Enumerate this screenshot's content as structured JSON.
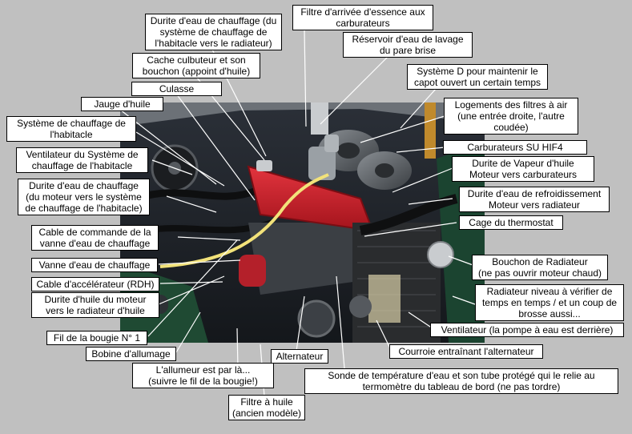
{
  "labels": {
    "heater_hose_cabin": [
      "Durite d'eau de chauffage (du",
      "système de chauffage de",
      "l'habitacle vers le radiateur)"
    ],
    "fuel_inlet_filter": [
      "Filtre d'arrivée d'essence aux",
      "carburateurs"
    ],
    "washer_reservoir": [
      "Réservoir d'eau de lavage",
      "du pare brise"
    ],
    "rocker_cover": [
      "Cache culbuteur et son",
      "bouchon (appoint d'huile)"
    ],
    "systeme_d": [
      "Système D pour maintenir le",
      "capot ouvert un certain temps"
    ],
    "culasse": [
      "Culasse"
    ],
    "jauge": [
      "Jauge  d'huile"
    ],
    "air_filters": [
      "Logements des filtres à air",
      "(une entrée droite, l'autre",
      "coudée)"
    ],
    "cabin_heating": [
      "Système de chauffage de",
      "l'habitacle"
    ],
    "carbs": [
      "Carburateurs SU  HIF4"
    ],
    "heater_fan": [
      "Ventilateur du Système de",
      "chauffage de l'habitacle"
    ],
    "oil_vapour": [
      "Durite de Vapeur d'huile",
      "Moteur vers carburateurs"
    ],
    "heater_hose_engine": [
      "Durite d'eau de chauffage",
      "(du moteur vers le système",
      "de chauffage de l'habitacle)"
    ],
    "cooling_hose": [
      "Durite d'eau de refroidissement",
      "Moteur vers radiateur"
    ],
    "thermostat": [
      "Cage du thermostat"
    ],
    "heater_valve_cable": [
      "Cable de commande de la",
      "vanne d'eau de chauffage"
    ],
    "heater_valve": [
      "Vanne d'eau de chauffage"
    ],
    "radiator_cap": [
      "Bouchon de Radiateur",
      "(ne pas ouvrir moteur chaud)"
    ],
    "throttle_cable": [
      "Cable d'accélérateur (RDH)"
    ],
    "radiator_level": [
      "Radiateur niveau à vérifier  de",
      "temps en temps / et un coup de",
      "brosse aussi..."
    ],
    "oil_cooler_hose": [
      "Durite d'huile du moteur",
      "vers le radiateur d'huile"
    ],
    "spark_wire": [
      "Fil de la bougie N° 1"
    ],
    "fan": [
      "Ventilateur  (la pompe à eau est derrière)"
    ],
    "coil": [
      "Bobine d'allumage"
    ],
    "alternator": [
      "Alternateur"
    ],
    "belt": [
      "Courroie entraînant l'alternateur"
    ],
    "distributor": [
      "L'allumeur est par là...",
      "(suivre le fil de la bougie!)"
    ],
    "temp_sensor": [
      "Sonde de température d'eau et son tube protégé qui le relie au",
      "termomètre du tableau de bord (ne pas tordre)"
    ],
    "oil_filter": [
      "Filtre à huile",
      "(ancien modèle)"
    ]
  },
  "colors": {
    "background": "#c0c0c0",
    "leader_line": "#ffffff",
    "engine_red": "#c8202a",
    "hose_yellow": "#f2e27a"
  }
}
